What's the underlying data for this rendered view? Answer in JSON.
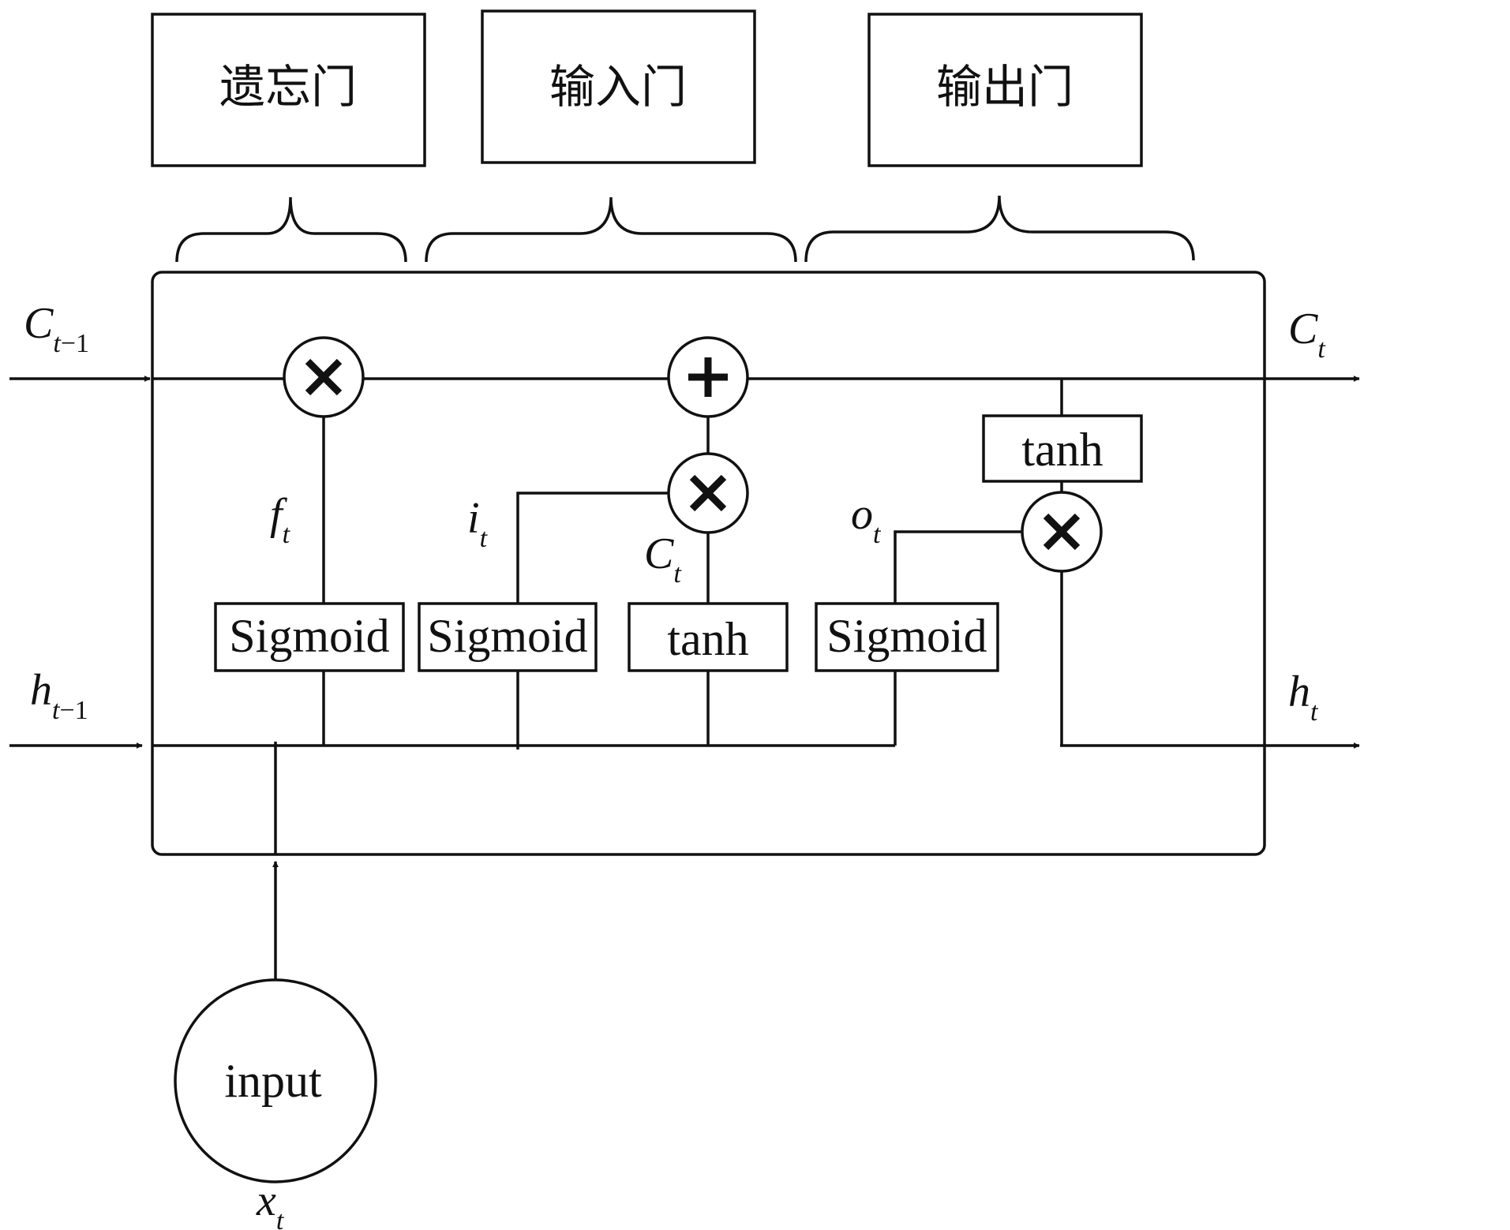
{
  "gates": {
    "forget": "遗忘门",
    "input": "输入门",
    "output": "输出门"
  },
  "layers": {
    "sigmoid_label": "Sigmoid",
    "tanh_label": "tanh"
  },
  "input_node": {
    "label": "input"
  },
  "variables": {
    "c_prev": {
      "base": "C",
      "sub": "t",
      "sub2": "−1"
    },
    "h_prev": {
      "base": "h",
      "sub": "t",
      "sub2": "−1"
    },
    "c_t": {
      "base": "C",
      "sub": "t"
    },
    "h_t": {
      "base": "h",
      "sub": "t"
    },
    "f_t": {
      "base": "f",
      "sub": "t"
    },
    "i_t": {
      "base": "i",
      "sub": "t"
    },
    "c_cand": {
      "base": "C",
      "sub": "t"
    },
    "o_t": {
      "base": "o",
      "sub": "t"
    },
    "x_t": {
      "base": "x",
      "sub": "t"
    }
  },
  "operators": {
    "multiply": "multiply",
    "add": "add"
  }
}
